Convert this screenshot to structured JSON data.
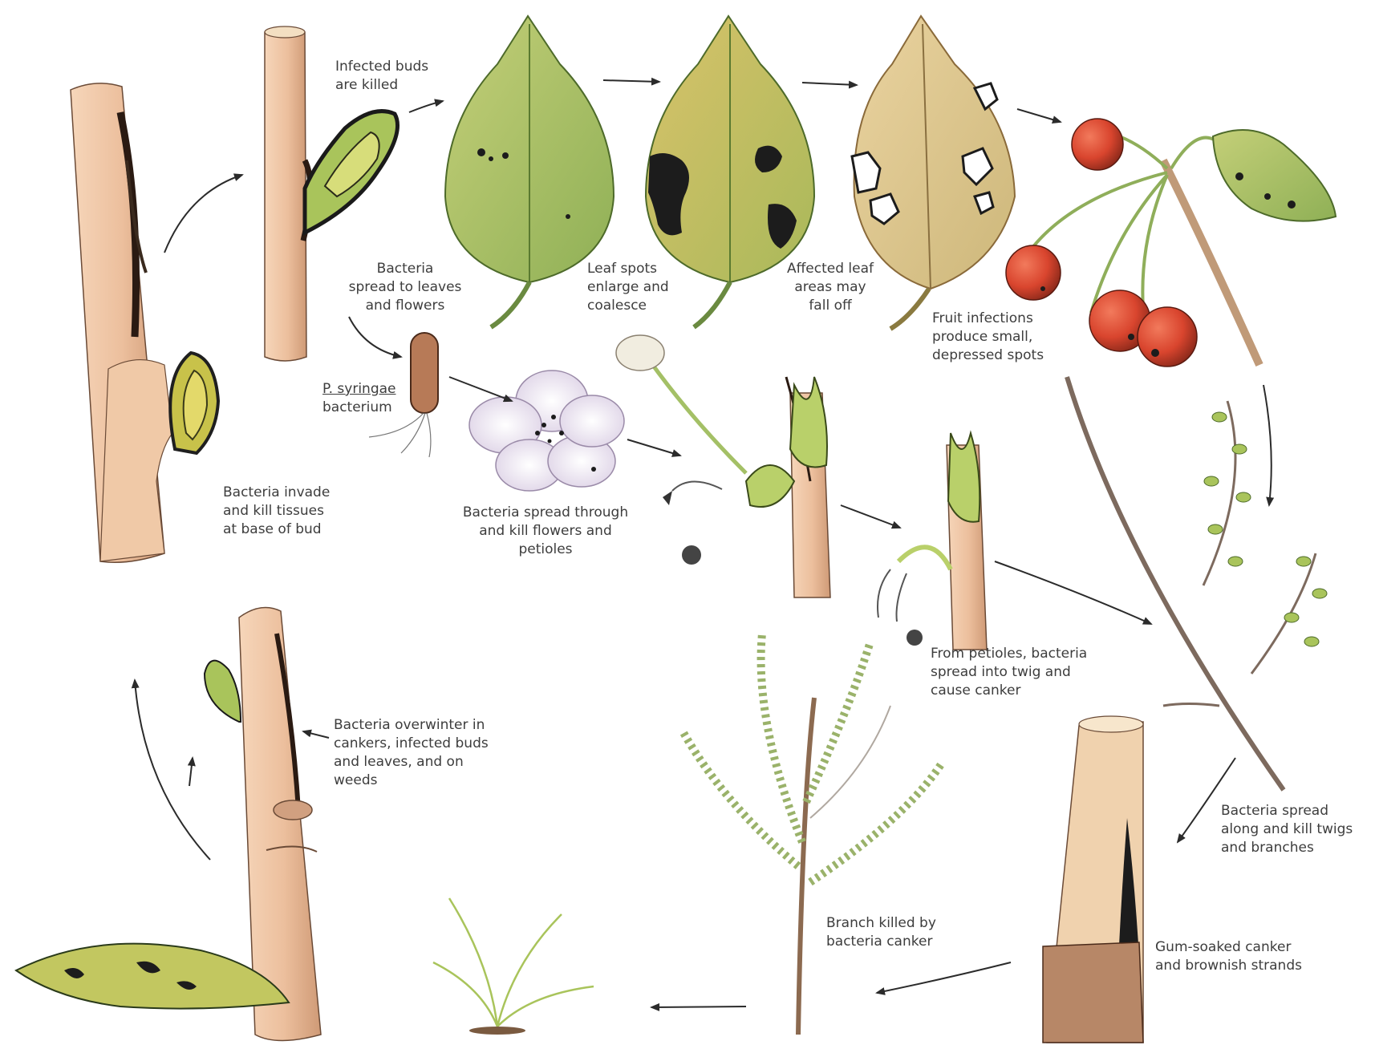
{
  "colors": {
    "bark": "#ecbf9d",
    "bark_dark": "#cf9a76",
    "bark_tip": "#f3dfc2",
    "leaf_green": "#a6c268",
    "leaf_yellow": "#d2be6a",
    "leaf_tan": "#e2cb8e",
    "lesion": "#1c1c1c",
    "cherry": "#d9452e",
    "stem": "#8c7a6a",
    "arrow": "#2b2b2b",
    "text": "#3d3d3d"
  },
  "labels": {
    "infected_buds": [
      "Infected buds",
      "are killed"
    ],
    "spread_leaves_flowers": [
      "Bacteria",
      "spread to leaves",
      "and flowers"
    ],
    "leaf_spots": [
      "Leaf spots",
      "enlarge and",
      "coalesce"
    ],
    "affected_leaf": [
      "Affected leaf",
      "areas may",
      "fall off"
    ],
    "fruit_infections": [
      "Fruit infections",
      "produce small,",
      "depressed spots"
    ],
    "bacterium_name": "P. syringae",
    "bacterium_word": "bacterium",
    "invade_kill": [
      "Bacteria invade",
      "and kill tissues",
      "at base of bud"
    ],
    "spread_flowers": [
      "Bacteria spread through",
      "and kill flowers and",
      "petioles"
    ],
    "petioles_twig": [
      "From petioles, bacteria",
      "spread into twig and",
      "cause canker"
    ],
    "overwinter": [
      "Bacteria overwinter in",
      "cankers, infected buds",
      "and leaves, and on",
      "weeds"
    ],
    "branch_killed": [
      "Branch killed by",
      "bacteria canker"
    ],
    "spread_twigs": [
      "Bacteria spread",
      "along and kill twigs",
      "and branches"
    ],
    "gum_canker": [
      "Gum-soaked canker",
      "and brownish strands"
    ]
  }
}
